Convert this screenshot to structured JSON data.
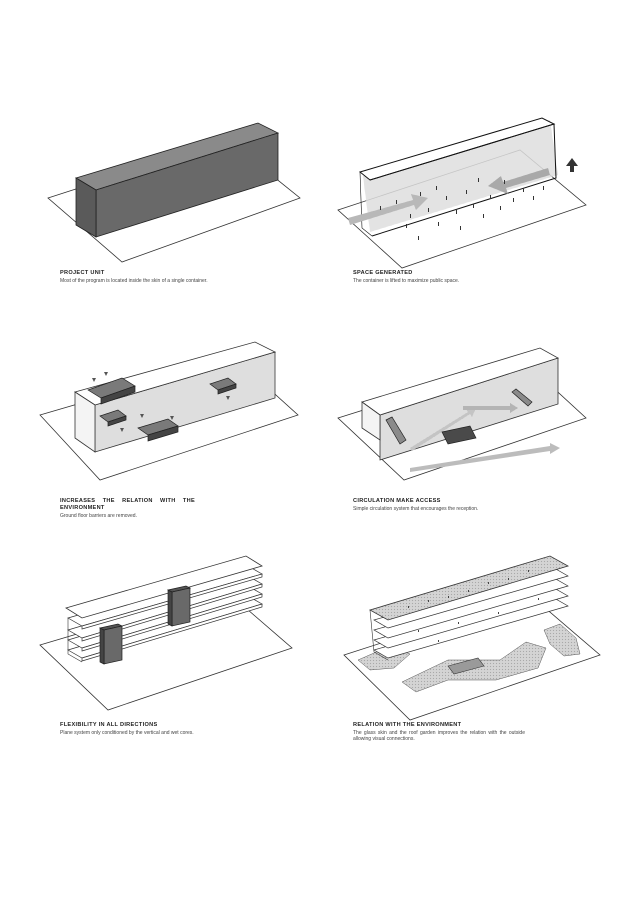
{
  "panels": [
    {
      "title": "PROJECT UNIT",
      "text": "Most of the program is located inside the skin of a single container."
    },
    {
      "title": "SPACE GENERATED",
      "text": "The container is lifted to maximize public space."
    },
    {
      "title": "INCREASES THE RELATION WITH THE",
      "title2": "ENVIRONMENT",
      "text": "Ground floor barriers are removed."
    },
    {
      "title": "CIRCULATION MAKE ACCESS",
      "text": "Simple circulation system that encourages the reception."
    },
    {
      "title": "FLEXIBILITY IN ALL DIRECTIONS",
      "text": "Plane system only conditioned by the vertical and wet cores."
    },
    {
      "title": "RELATION WITH THE ENVIRONMENT",
      "text": "The glass skin and the roof garden improves the relation with the outside allowing visual connections."
    }
  ],
  "colors": {
    "ink": "#222222",
    "dark_box": "#6d6d6d",
    "light_gray": "#c8c8c8",
    "arrow_gray": "#b4b4b4"
  }
}
